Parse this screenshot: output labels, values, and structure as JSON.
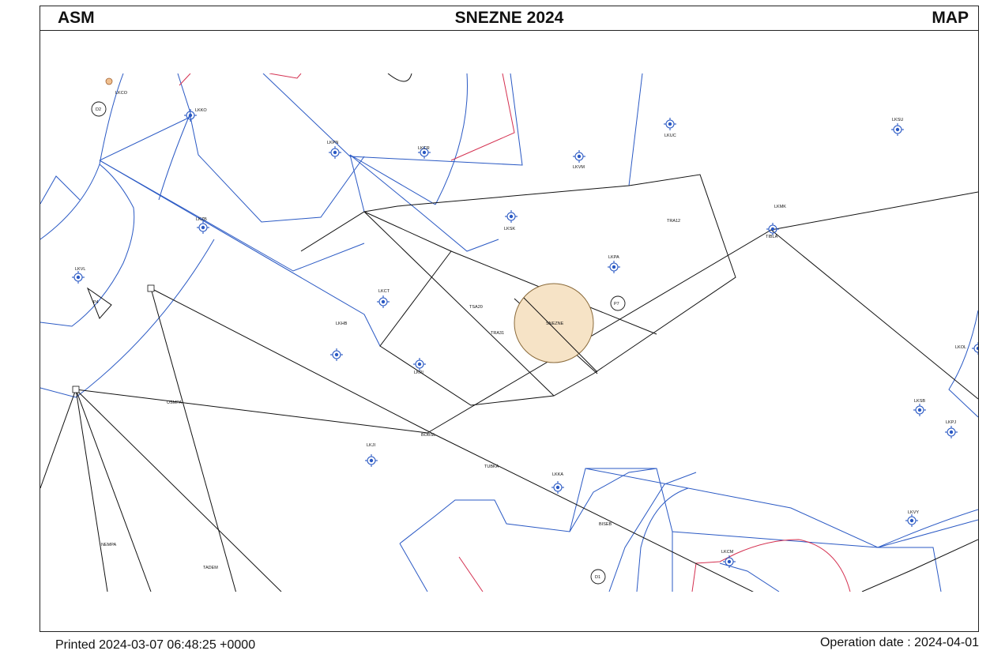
{
  "header": {
    "left": "ASM",
    "center": "SNEZNE 2024",
    "right": "MAP"
  },
  "footer": {
    "printed": "Printed 2024-03-07 06:48:25 +0000",
    "operation": "Operation date : 2024-04-01"
  },
  "colors": {
    "fir_line": "#2a59c4",
    "route_line": "#111111",
    "restricted_line": "#d43050",
    "zone_fill": "#f6e3c6",
    "zone_stroke": "#8a6a3a",
    "aerodrome": "#2a59c4"
  },
  "map": {
    "aerodromes": [
      "LKCO",
      "LKKO",
      "LKPN",
      "LKCR",
      "LKVM",
      "LKUC",
      "LKSU",
      "LKSK",
      "LKZB",
      "LKVL",
      "LKPA",
      "LKMK",
      "LKCT",
      "LKHB",
      "LKPI",
      "LKOL",
      "LKSB",
      "LKPJ",
      "LKJI",
      "LKKA",
      "LKVY",
      "LKCM"
    ],
    "zone_labels": [
      "D2",
      "TRA12",
      "TSA20",
      "TRA31",
      "SNEZNE",
      "P7",
      "P4",
      "D1"
    ],
    "waypoints": [
      "TIBLA",
      "USMPA",
      "BOBSL",
      "TUBKA",
      "BISEB",
      "NEMPA",
      "TADEM"
    ]
  }
}
